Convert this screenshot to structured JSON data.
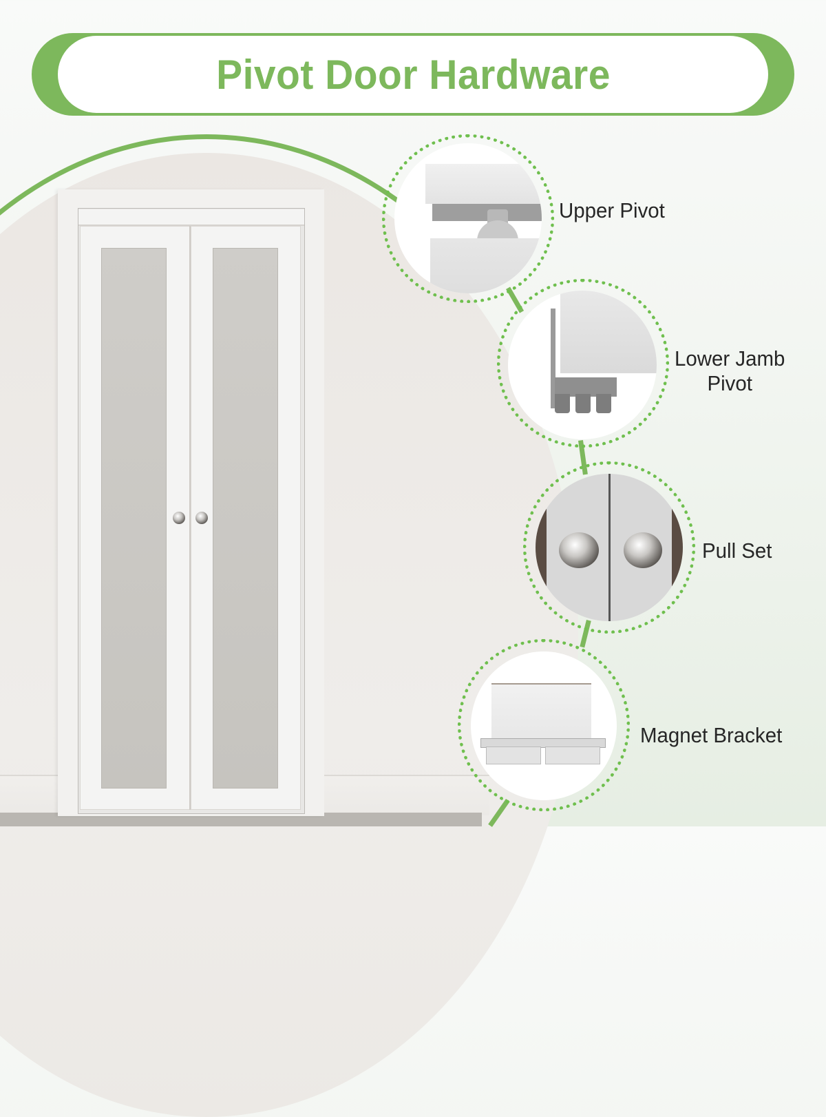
{
  "header": {
    "title": "Pivot Door Hardware"
  },
  "colors": {
    "accent": "#7db85c",
    "dot_ring": "#6fbf4e",
    "label_text": "#262626",
    "background_tint": "#e6eee3"
  },
  "hero": {
    "image": "white-bifold-pivot-door-with-frosted-glass",
    "icon": "door-icon"
  },
  "details": [
    {
      "label": "Upper Pivot",
      "icon": "upper-pivot-icon"
    },
    {
      "label_line1": "Lower Jamb",
      "label_line2": "Pivot",
      "icon": "lower-jamb-pivot-icon"
    },
    {
      "label": "Pull Set",
      "icon": "knob-icon"
    },
    {
      "label": "Magnet Bracket",
      "icon": "magnet-bracket-icon"
    }
  ]
}
